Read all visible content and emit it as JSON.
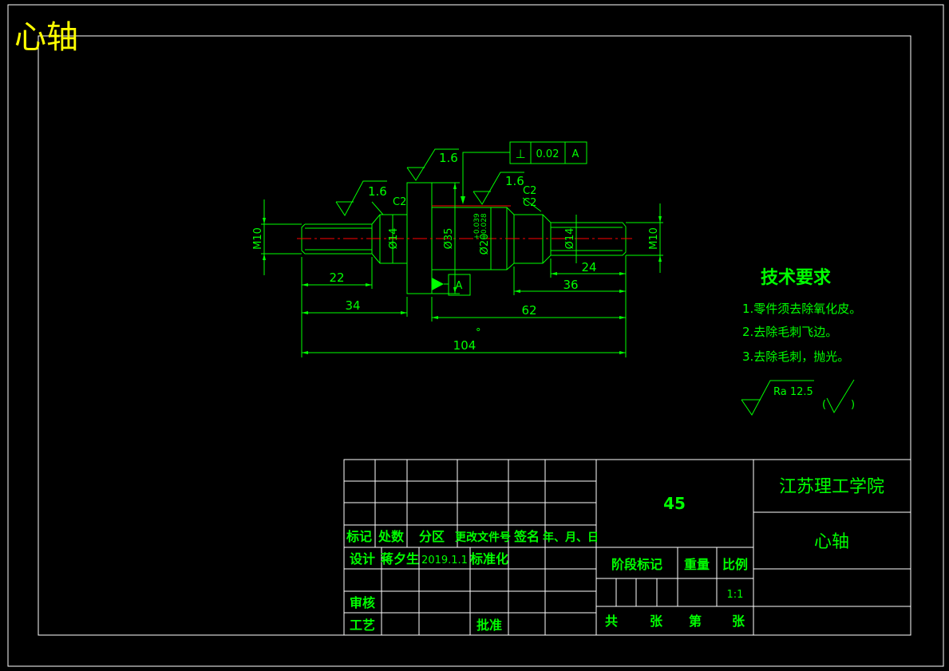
{
  "title": "心轴",
  "colors": {
    "background": "#000000",
    "line": "#00ff00",
    "frame": "#ffffff",
    "title": "#ffff00",
    "centerline": "#ff0000"
  },
  "dimensions": {
    "m10_left": "M10",
    "m10_right": "M10",
    "d14_left": "Ø14",
    "d14_right": "Ø14",
    "d35": "Ø35",
    "d20": "Ø20",
    "tol_upper": "+0.039",
    "tol_lower": "+0.028",
    "chamfer_left": "C2",
    "chamfer_mid1": "C2",
    "chamfer_mid2": "C2",
    "len_22": "22",
    "len_34": "34",
    "len_104": "104",
    "len_24": "24",
    "len_36": "36",
    "len_62": "62",
    "rough_1": "1.6",
    "rough_2": "1.6",
    "rough_3": "1.6",
    "datum": "A",
    "gdt_symbol": "⊥",
    "gdt_value": "0.02",
    "gdt_datum": "A"
  },
  "tech": {
    "title": "技术要求",
    "line1": "1.零件须去除氧化皮。",
    "line2": "2.去除毛刺飞边。",
    "line3": "3.去除毛刺，抛光。",
    "ra_text": "Ra 12.5",
    "ra_paren_open": "(",
    "ra_paren_close": ")"
  },
  "titleblock": {
    "h_mark": "标记",
    "h_count": "处数",
    "h_zone": "分区",
    "h_doc": "更改文件号",
    "h_sign": "签名",
    "h_date": "年、月、日",
    "design_label": "设计",
    "designer": "蒋夕生",
    "design_date": "2019.1.1",
    "standard": "标准化",
    "review": "审核",
    "process": "工艺",
    "approve": "批准",
    "material": "45",
    "stage_mark": "阶段标记",
    "weight": "重量",
    "scale_label": "比例",
    "scale": "1:1",
    "total": "共",
    "sheets1": "张",
    "seq": "第",
    "sheets2": "张",
    "school": "江苏理工学院",
    "part_name": "心轴"
  }
}
